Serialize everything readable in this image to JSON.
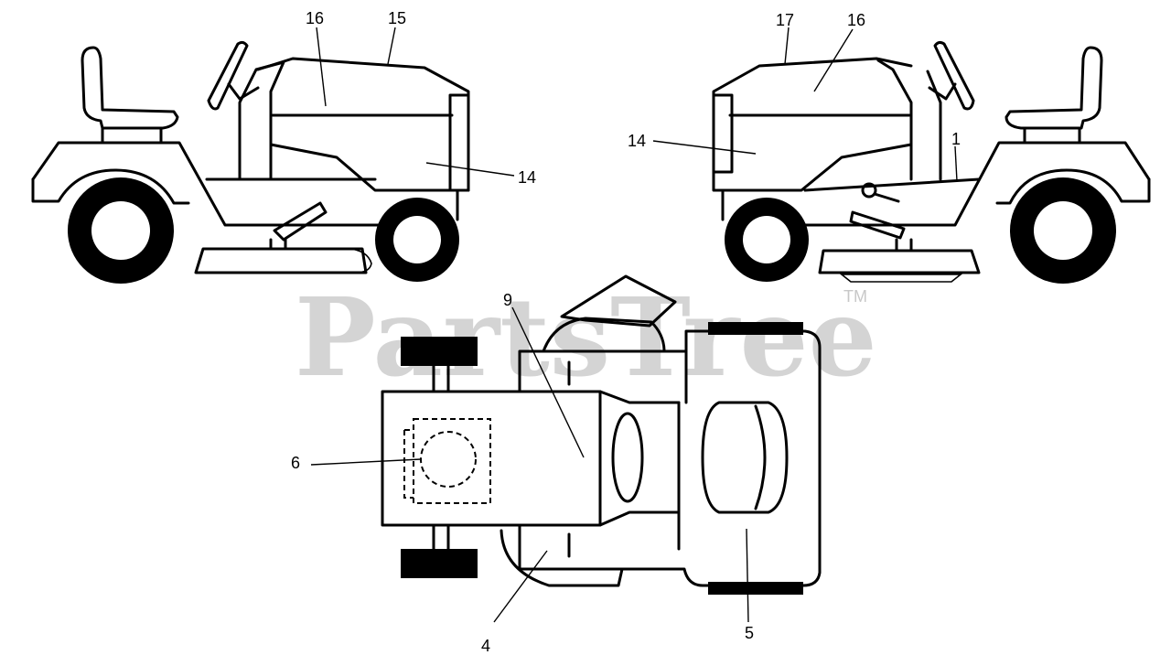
{
  "watermark": {
    "text": "PartsTree",
    "trademark": "TM"
  },
  "labels": {
    "left_16": "16",
    "left_15": "15",
    "left_14": "14",
    "right_17": "17",
    "right_16": "16",
    "right_14": "14",
    "right_1": "1",
    "top_9": "9",
    "top_6": "6",
    "top_4": "4",
    "top_5": "5"
  }
}
